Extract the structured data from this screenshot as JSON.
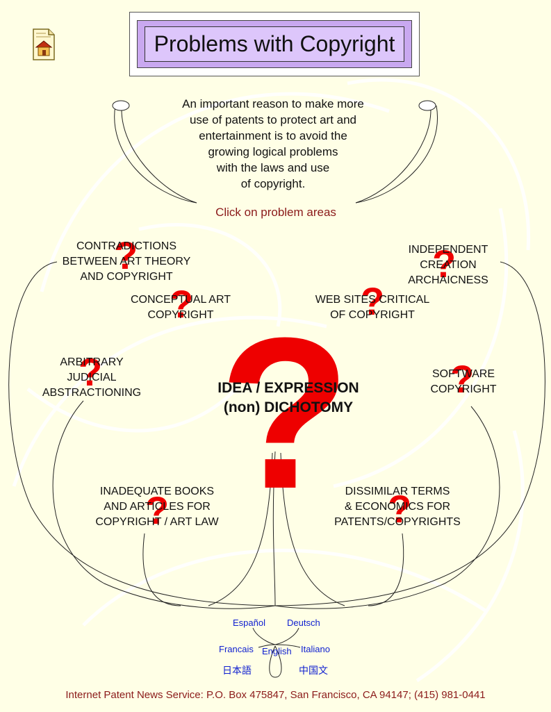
{
  "title": "Problems with Copyright",
  "intro_lines": [
    "An important reason to make more",
    "use of patents to protect art and",
    "entertainment is to avoid the",
    "growing logical problems",
    "with the laws and use",
    "of copyright."
  ],
  "click_hint": "Click on problem areas",
  "center_question": {
    "line1": "IDEA / EXPRESSION",
    "line2": "(non) DICHOTOMY"
  },
  "topics": {
    "contradictions": [
      "CONTRADICTIONS",
      "BETWEEN ART THEORY",
      "AND COPYRIGHT"
    ],
    "independent": [
      "INDEPENDENT",
      "CREATION",
      "ARCHAICNESS"
    ],
    "conceptual": [
      "CONCEPTUAL ART",
      "COPYRIGHT"
    ],
    "websites": [
      "WEB SITES CRITICAL",
      "OF COPYRIGHT"
    ],
    "arbitrary": [
      "ARBITRARY",
      "JUDICIAL",
      "ABSTRACTIONING"
    ],
    "software": [
      "SOFTWARE",
      "COPYRIGHT"
    ],
    "inadequate": [
      "INADEQUATE BOOKS",
      "AND ARTICLES FOR",
      "COPYRIGHT / ART LAW"
    ],
    "dissimilar": [
      "DISSIMILAR TERMS",
      "& ECONOMICS FOR",
      "PATENTS/COPYRIGHTS"
    ]
  },
  "question_mark": "?",
  "languages": {
    "spanish": "Español",
    "german": "Deutsch",
    "french": "Francais",
    "english": "English",
    "italian": "Italiano",
    "japanese": "日本語",
    "chinese": "中国文"
  },
  "footer": "Internet Patent News Service:  P.O. Box 475847, San Francisco, CA  94147;  (415) 981-0441",
  "colors": {
    "background": "#ffffe6",
    "title_fill": "#ddc6fb",
    "question_red": "#ee0000",
    "hint_brown": "#8b1a1a",
    "link_blue": "#1020d0"
  },
  "icons": {
    "home": "home-document-icon"
  }
}
